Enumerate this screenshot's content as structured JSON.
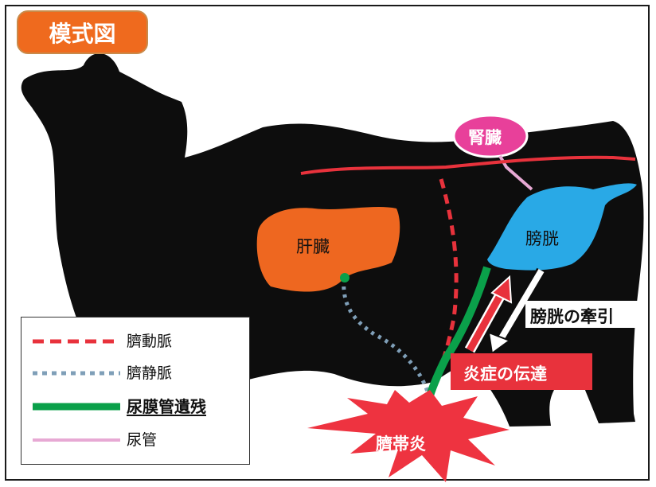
{
  "title_badge": "模式図",
  "organs": {
    "kidney": "腎臓",
    "liver": "肝臓",
    "bladder": "膀胱"
  },
  "annotations": {
    "bladder_traction": "膀胱の牽引",
    "inflammation_spread": "炎症の伝達",
    "omphalitis": "臍帯炎"
  },
  "legend": {
    "items": [
      {
        "label": "臍動脈",
        "style": "dashed",
        "color": "#e8323c"
      },
      {
        "label": "臍静脈",
        "style": "dotted",
        "color": "#7f9fb8"
      },
      {
        "label": "尿膜管遺残",
        "style": "solid-thick",
        "color": "#0aa04a"
      },
      {
        "label": "尿管",
        "style": "solid-thin",
        "color": "#e7a9d4"
      }
    ]
  },
  "colors": {
    "silhouette": "#0d0d0d",
    "liver": "#ee6720",
    "bladder": "#29a9e6",
    "kidney": "#e8409a",
    "artery": "#e8323c",
    "vein": "#7f9fb8",
    "urachus": "#0aa04a",
    "ureter": "#e7a9d4",
    "burst": "#ee3340",
    "inflammation_label_bg": "#e8323c"
  }
}
